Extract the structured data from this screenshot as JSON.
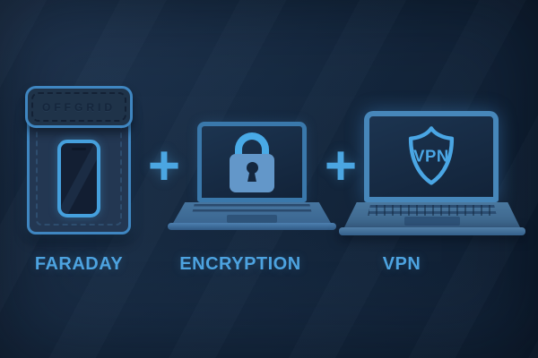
{
  "diagram": {
    "operator": "+",
    "accent_color": "#4da3e0",
    "background_color": "#15283f",
    "items": [
      {
        "name": "faraday-pouch",
        "label": "FARADAY",
        "brand_text": "OFFGRID",
        "icon": "smartphone-in-pouch-icon"
      },
      {
        "name": "encrypted-laptop",
        "label": "ENCRYPTION",
        "icon": "padlock-icon"
      },
      {
        "name": "vpn-laptop",
        "label": "VPN",
        "icon": "vpn-shield-icon",
        "shield_text": "VPN"
      }
    ]
  }
}
